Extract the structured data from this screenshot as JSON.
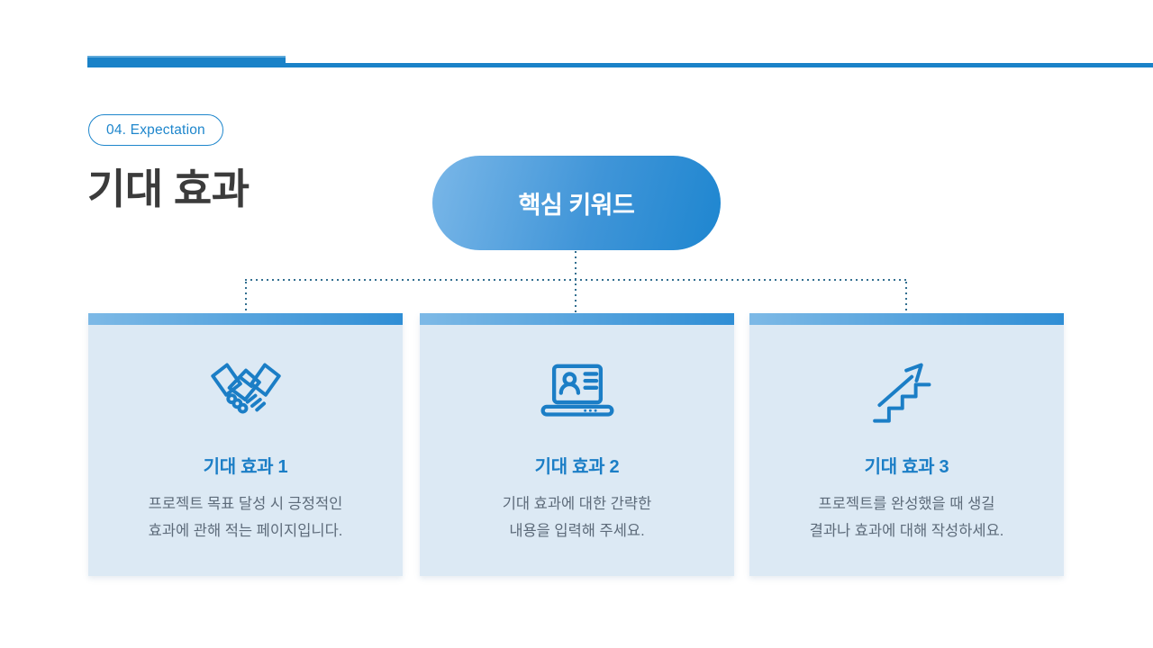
{
  "slide": {
    "background": "#ffffff",
    "accent_color": "#1a82c8"
  },
  "header": {
    "badge_label": "04. Expectation",
    "title": "기대 효과"
  },
  "keyword_pill": {
    "label": "핵심 키워드",
    "gradient_start": "#7ab7e8",
    "gradient_end": "#1e86d0",
    "text_color": "#ffffff"
  },
  "connector": {
    "dot_color": "#336f90"
  },
  "card_style": {
    "background": "#dce9f4",
    "bar_gradient_start": "#7db9e6",
    "bar_gradient_end": "#2f8ed5",
    "title_color": "#1b7ec6",
    "icon_color": "#1b7ec6",
    "desc_color": "#5d6b7a"
  },
  "cards": [
    {
      "icon": "handshake-icon",
      "title": "기대 효과 1",
      "desc_line1": "프로젝트 목표 달성 시 긍정적인",
      "desc_line2": "효과에 관해 적는 페이지입니다."
    },
    {
      "icon": "laptop-profile-icon",
      "title": "기대 효과 2",
      "desc_line1": "기대 효과에 대한 간략한",
      "desc_line2": "내용을 입력해 주세요."
    },
    {
      "icon": "growth-stairs-icon",
      "title": "기대 효과 3",
      "desc_line1": "프로젝트를 완성했을 때 생길",
      "desc_line2": "결과나 효과에 대해 작성하세요."
    }
  ]
}
